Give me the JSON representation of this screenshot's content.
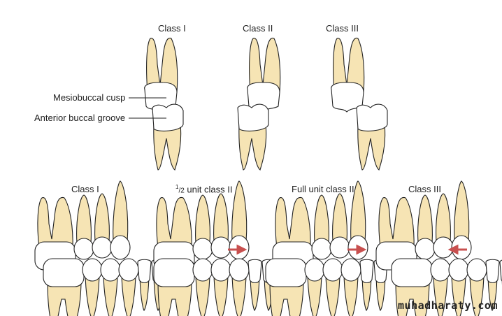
{
  "top_row": {
    "titles": [
      "Class I",
      "Class II",
      "Class III"
    ],
    "callouts": [
      "Mesiobuccal cusp",
      "Anterior buccal groove"
    ]
  },
  "bottom_row": {
    "titles": [
      "Class I",
      "unit class II",
      "Full unit class II",
      "Class III"
    ],
    "fraction_num": "1",
    "fraction_den": "/2",
    "arrows": [
      "right",
      "right",
      "left"
    ]
  },
  "colors": {
    "tooth": "#f6e4b4",
    "crown": "#ffffff",
    "arrow": "#c8504f",
    "outline": "#222222"
  },
  "watermark": "muhadharaty.com"
}
